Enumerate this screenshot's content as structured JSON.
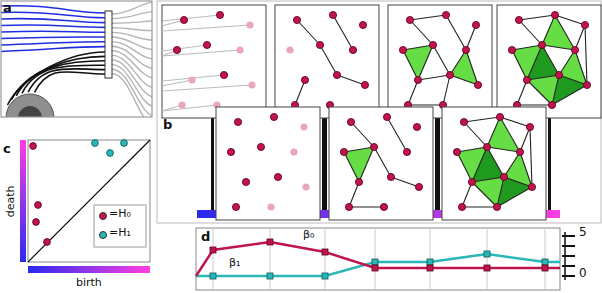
{
  "diagram": {
    "labels": [
      "a",
      "b",
      "c",
      "d",
      "death",
      "birth",
      "β₀",
      "β₁",
      "5",
      "0"
    ],
    "legend": [
      {
        "text": "=H₀",
        "color": "#c0144b"
      },
      {
        "text": "=H₁",
        "color": "#2ab7b7"
      }
    ]
  }
}
